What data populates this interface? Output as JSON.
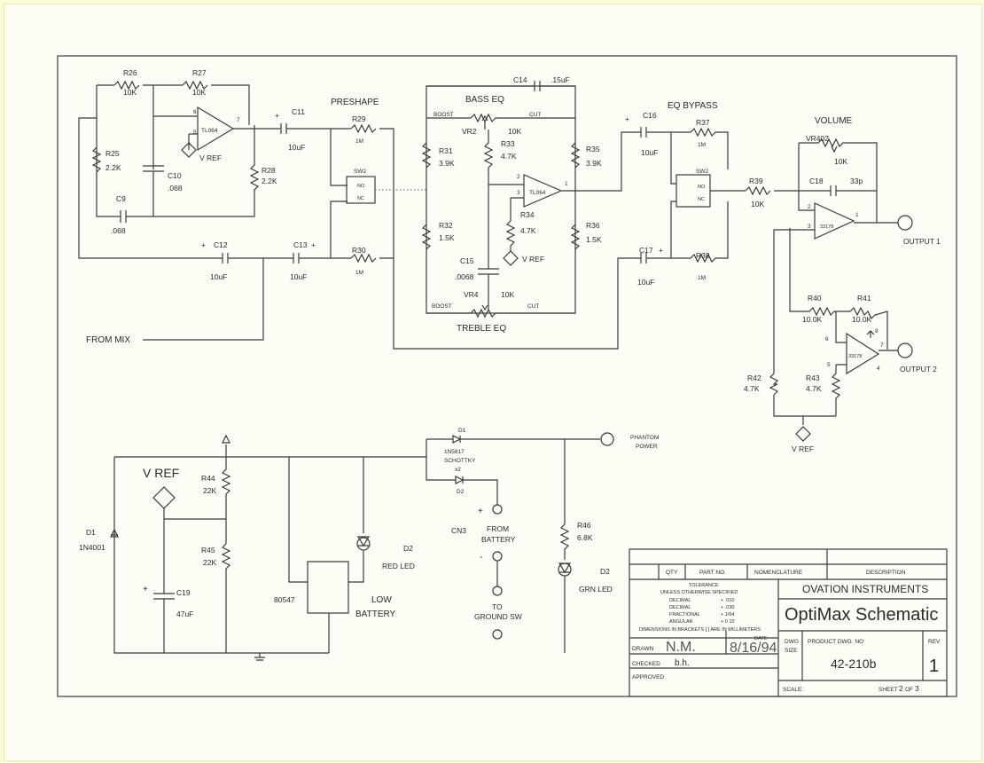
{
  "schematic": {
    "sections": {
      "preshape": "PRESHAPE",
      "bass_eq": "BASS EQ",
      "treble_eq": "TREBLE EQ",
      "eq_bypass": "EQ BYPASS",
      "volume": "VOLUME",
      "from_mix": "FROM MIX",
      "low_battery": "LOW\nBATTERY"
    },
    "labels": {
      "r26": "R26",
      "r26_val": "10K",
      "r27": "R27",
      "r27_val": "10K",
      "r25": "R25",
      "r25_val": "2.2K",
      "r28": "R28",
      "r28_val": "2.2K",
      "c9": "C9",
      "c9_val": ".068",
      "c10": "C10",
      "c10_val": ".068",
      "c11": "C11",
      "c11_val": "10uF",
      "c12": "C12",
      "c12_val": "10uF",
      "c13": "C13",
      "c13_val": "10uF",
      "r29": "R29",
      "r29_val": "1M",
      "r30": "R30",
      "r30_val": "1M",
      "sw2a": "SW2",
      "no": "NO",
      "nc": "NC",
      "sw2b": "SW2",
      "u1": "TL064",
      "u2": "TL064",
      "vref": "V REF",
      "vref_large": "V REF",
      "c14": "C14",
      "c14_val": ".15uF",
      "boost": "BOOST",
      "cut": "CUT",
      "vr2": "VR2",
      "vr2_val": "10K",
      "r31": "R31",
      "r31_val": "3.9K",
      "r32": "R32",
      "r32_val": "1.5K",
      "r33": "R33",
      "r33_val": "4.7K",
      "r34": "R34",
      "r34_val": "4.7K",
      "r35": "R35",
      "r35_val": "3.9K",
      "r36": "R36",
      "r36_val": "1.5K",
      "c15": "C15",
      "c15_val": ".0068",
      "vr4": "VR4",
      "vr4_val": "10K",
      "c16": "C16",
      "c16_val": "10uF",
      "c17": "C17",
      "c17_val": "10uF",
      "r37": "R37",
      "r37_val": "1M",
      "r38": "R38",
      "r38_val": "1M",
      "r39": "R39",
      "r39_val": "10K",
      "vr402": "VR402",
      "vr402_val": "10K",
      "c18": "C18",
      "c18_val": "33p",
      "u3": "33178",
      "u4": "33178",
      "r40": "R40",
      "r40_val": "10.0K",
      "r41": "R41",
      "r41_val": "10.0K",
      "r42": "R42",
      "r42_val": "4.7K",
      "r43": "R43",
      "r43_val": "4.7K",
      "output1": "OUTPUT 1",
      "output2": "OUTPUT 2",
      "pin1": "1",
      "pin2": "2",
      "pin3": "3",
      "pin4": "4",
      "pin5": "5",
      "pin6": "6",
      "pin7": "7",
      "pin8": "8",
      "d1_top": "D1",
      "d1_part": "1N5817",
      "d1_type": "SCHOTTKY",
      "d1_qty": "x2",
      "d2_top": "D2",
      "phantom": "PHANTOM",
      "power": "POWER",
      "d1_left": "D1",
      "d1_left_part": "1N4001",
      "r44": "R44",
      "r44_val": "22K",
      "r45": "R45",
      "r45_val": "22K",
      "c19": "C19",
      "c19_val": "47uF",
      "ic_8054": "80547",
      "d2_red": "D2",
      "red_led": "RED LED",
      "cn3": "CN3",
      "from_battery_1": "FROM",
      "from_battery_2": "BATTERY",
      "to_ground_1": "TO",
      "to_ground_2": "GROUND SW",
      "r46": "R46",
      "r46_val": "6.8K",
      "d2_grn": "D2",
      "grn_led": "GRN LED",
      "plus": "+",
      "minus": "-"
    }
  },
  "title_block": {
    "qty": "QTY",
    "part_no": "PART NO.",
    "nomenclature": "NOMENCLATURE",
    "description": "DESCRIPTION",
    "tolerance": "TOLERANCE",
    "unless": "UNLESS OTHERWISE SPECIFIED",
    "decimal1": "DECIMAL",
    "decimal1_v": "+ .010",
    "decimal2": "DECIMAL",
    "decimal2_v": "+ .030",
    "fractional": "FRACTIONAL",
    "fractional_v": "+ 1/64",
    "angular": "ANGULAR",
    "angular_v": "+ 0 15'",
    "dims_note": "DIMENSIONS IN BRACKETS [ ] ARE IN MILLIMETERS",
    "company": "OVATION INSTRUMENTS",
    "title": "OptiMax Schematic",
    "drawn_label": "DRAWN",
    "drawn_by": "N.M.",
    "date_label": "DATE",
    "date": "8/16/94",
    "checked_label": "CHECKED",
    "checked_by": "b.h.",
    "approved_label": "APPROVED",
    "dwg_size_1": "DWG",
    "dwg_size_2": "SIZE",
    "product_dwg_label": "PRODUCT DWG. NO",
    "dwg_no": "42-210b",
    "rev_label": "REV",
    "rev": "1",
    "scale_label": "SCALE:",
    "sheet_label": "SHEET",
    "sheet": "2",
    "of_label": "OF",
    "sheets_total": "3"
  }
}
